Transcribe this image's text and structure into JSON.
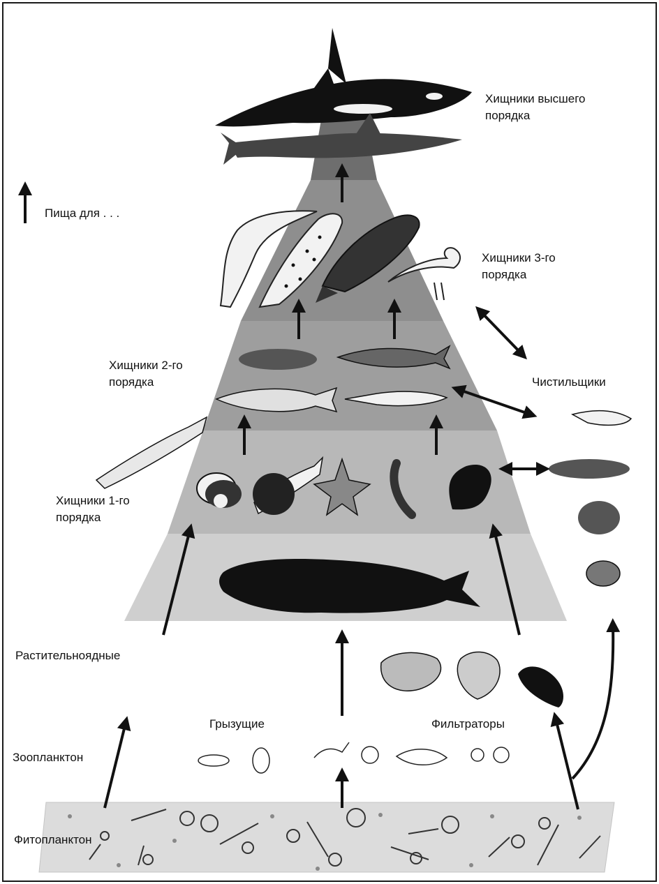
{
  "labels": {
    "apex": [
      "Хищники высшего",
      "порядка"
    ],
    "legend": "Пища для . . .",
    "third_order": [
      "Хищники 3-го",
      "порядка"
    ],
    "second_order": [
      "Хищники 2-го",
      "порядка"
    ],
    "scavengers": "Чистильщики",
    "first_order": [
      "Хищники 1-го",
      "порядка"
    ],
    "herbivores": "Растительноядные",
    "grazers": "Грызущие",
    "filter_feeders": "Фильтраторы",
    "zooplankton": "Зоопланктон",
    "phytoplankton": "Фитопланктон"
  },
  "colors": {
    "border": "#1a1a1a",
    "band_top": "#6e6e6e",
    "band_mid": "#8e8e8e",
    "band_low": "#b4b4b4",
    "band_base": "#d0d0d0",
    "phyto_mat": "#dcdcdc",
    "animal_dark": "#111111",
    "animal_light": "#f2f2f2",
    "arrow": "#111111"
  }
}
